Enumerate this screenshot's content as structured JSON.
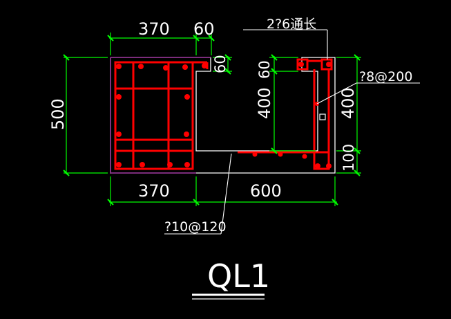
{
  "drawing": {
    "title": "QL1",
    "top_dims": [
      "370",
      "60"
    ],
    "bottom_dims": [
      "370",
      "600"
    ],
    "left_dim": "500",
    "right_dims": [
      "400",
      "100"
    ],
    "left_inner_dims": [
      "60"
    ],
    "inner_dims": [
      "60",
      "400"
    ],
    "notes": {
      "top_rebar": "2?6通长",
      "stirrup": "?8@200",
      "bottom_rebar": "?10@120"
    }
  },
  "colors": {
    "background": "#000000",
    "rebar": "#ff0000",
    "dimension": "#00ff00",
    "outline": "#ffffff",
    "frame": "#a020a0"
  }
}
